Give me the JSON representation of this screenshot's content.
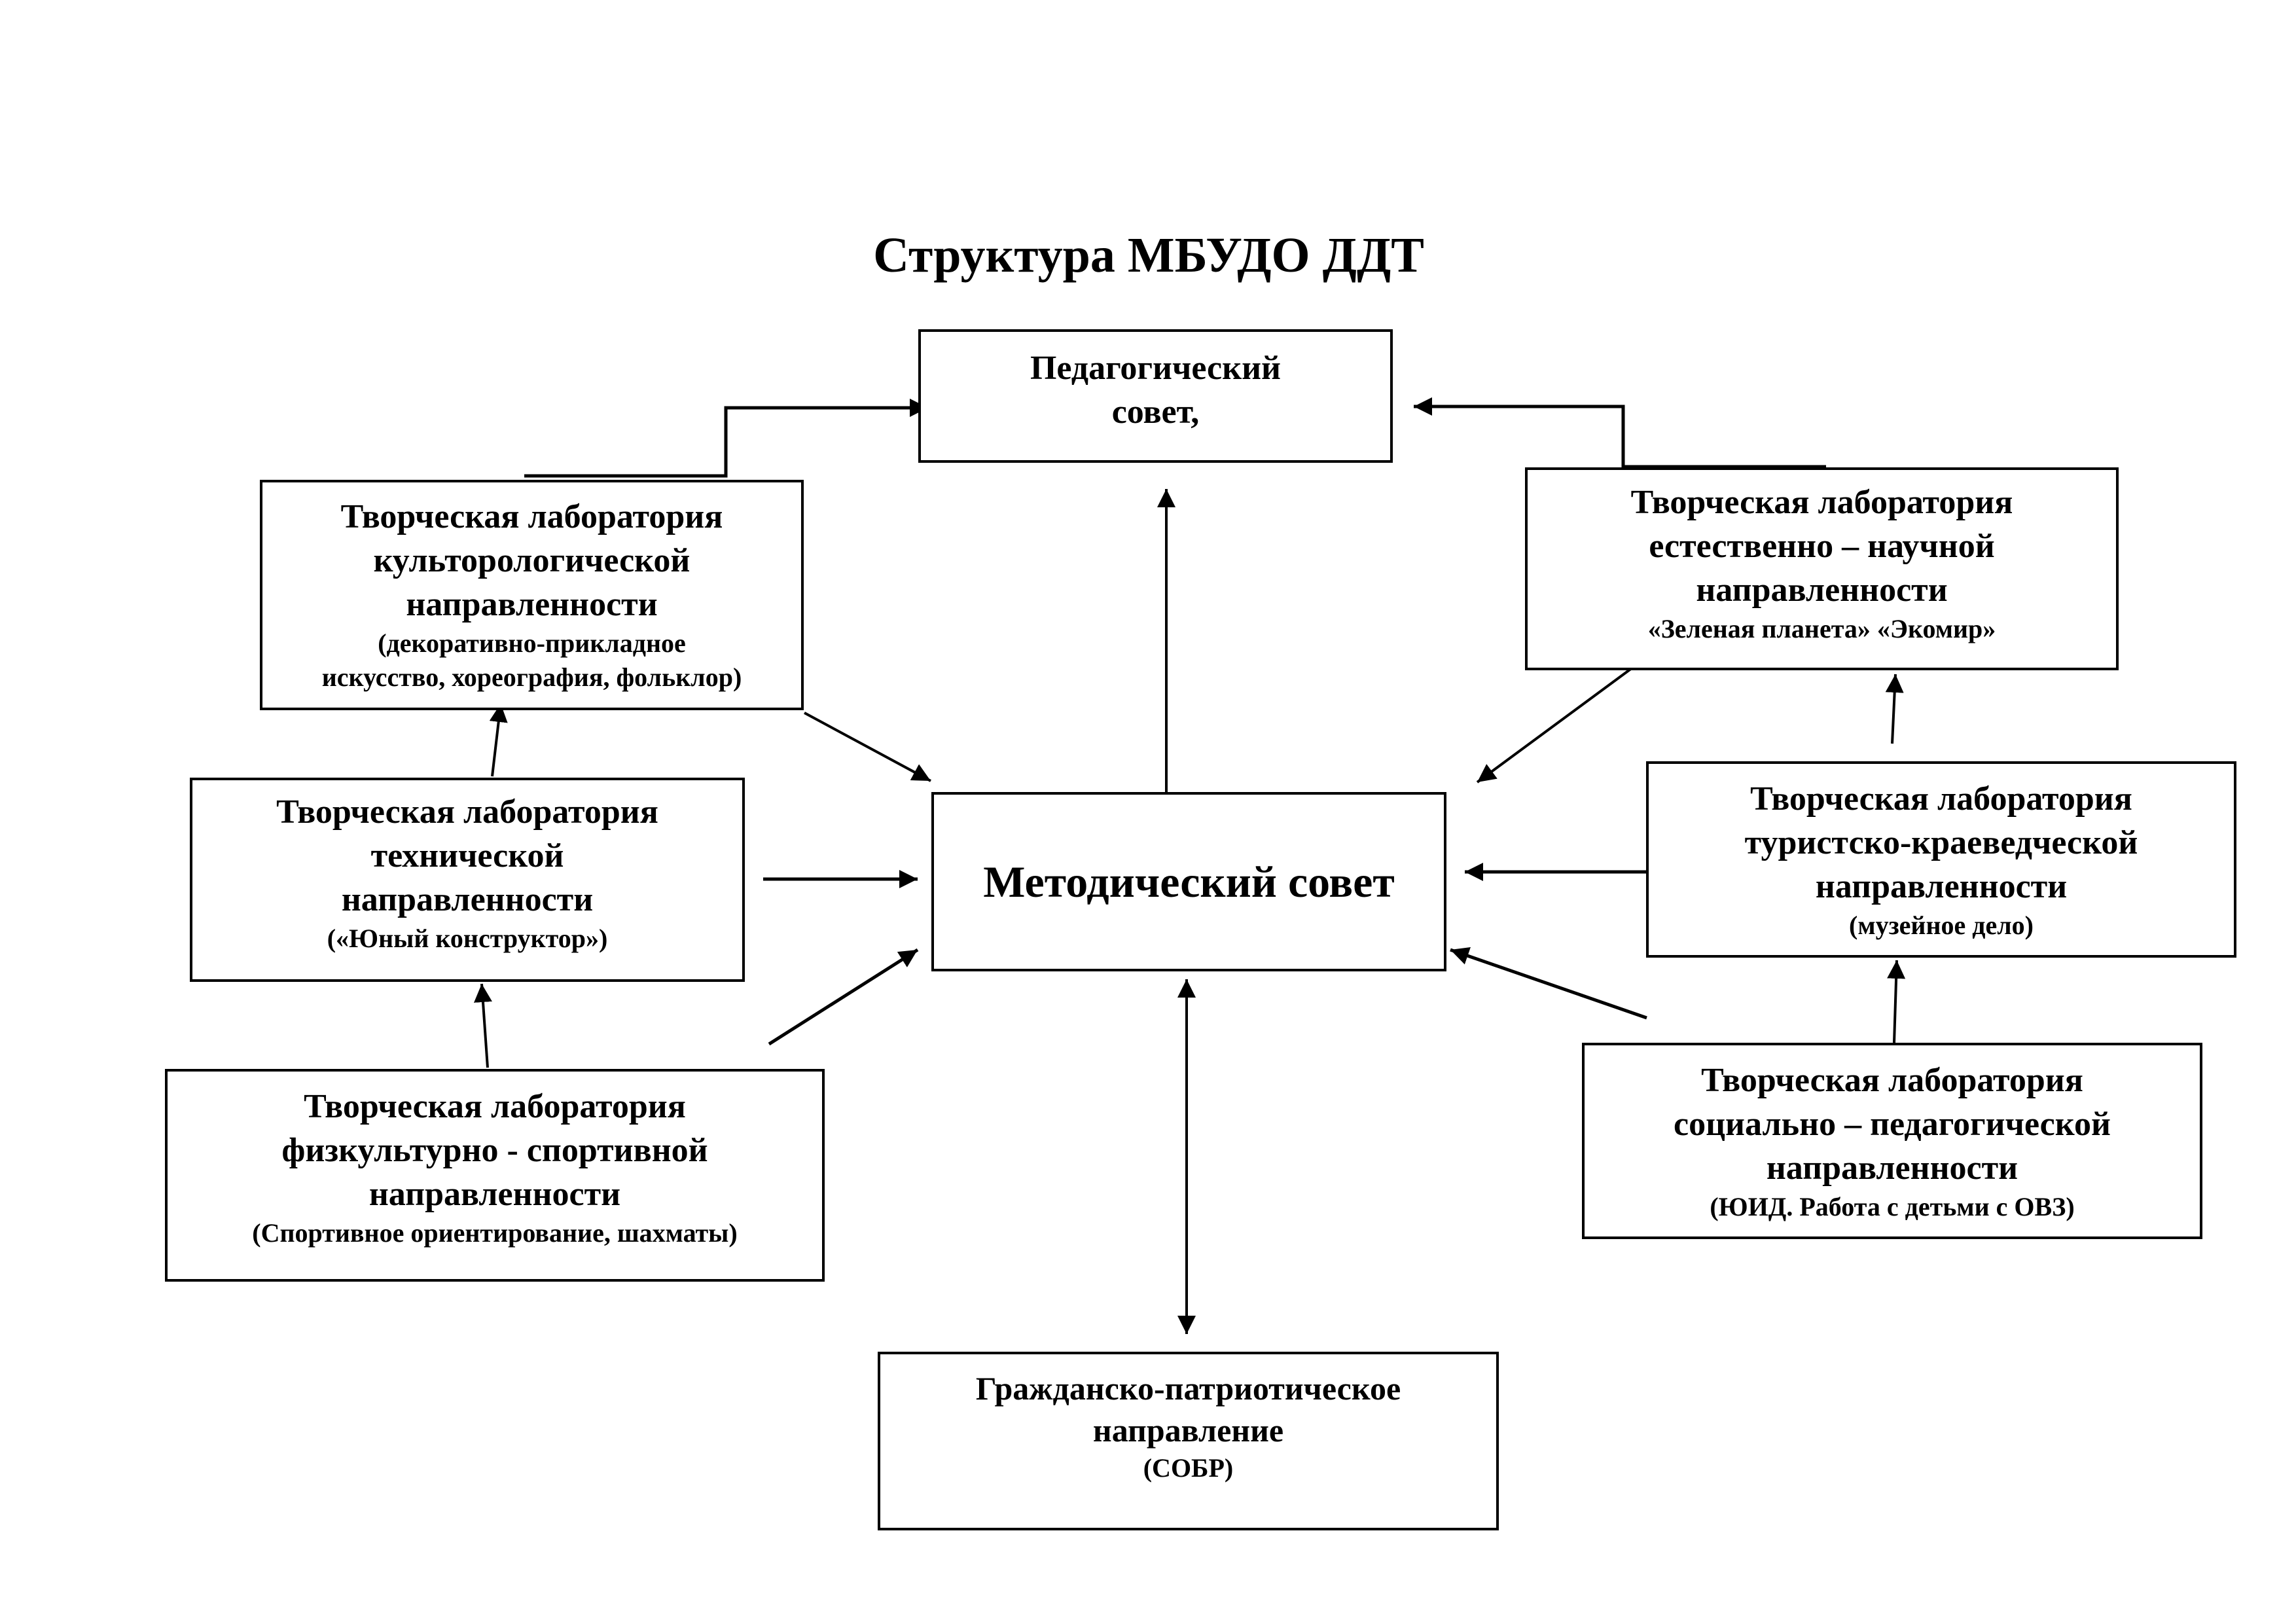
{
  "title": "Структура МБУДО ДДТ",
  "nodes": {
    "ped_council": {
      "main": "Педагогический\nсовет,",
      "sub": ""
    },
    "method_council": {
      "main": "Методический совет",
      "sub": ""
    },
    "lab_cultural": {
      "main": "Творческая лаборатория\nкульторологической\nнаправленности",
      "sub": "(декоративно-прикладное\nискусство, хореография, фольклор)"
    },
    "lab_natural": {
      "main": "Творческая лаборатория\nестественно – научной\nнаправленности",
      "sub": "«Зеленая планета» «Экомир»"
    },
    "lab_technical": {
      "main": "Творческая лаборатория\nтехнической\nнаправленности",
      "sub": "(«Юный конструктор»)"
    },
    "lab_tourism": {
      "main": "Творческая лаборатория\nтуристско-краеведческой\nнаправленности",
      "sub": "(музейное дело)"
    },
    "lab_sport": {
      "main": "Творческая лаборатория\nфизкультурно - спортивной\nнаправленности",
      "sub": "(Спортивное ориентирование, шахматы)"
    },
    "lab_social": {
      "main": "Творческая лаборатория\nсоциально – педагогической\nнаправленности",
      "sub": "(ЮИД. Работа с детьми с ОВЗ)"
    },
    "civic": {
      "main": "Гражданско-патриотическое\nнаправление",
      "sub": "(СОБР)"
    }
  },
  "edges": [
    {
      "from": "lab_cultural",
      "to": "ped_council",
      "style": "elbow"
    },
    {
      "from": "lab_natural",
      "to": "ped_council",
      "style": "elbow"
    },
    {
      "from": "method_council",
      "to": "ped_council",
      "style": "straight"
    },
    {
      "from": "lab_cultural",
      "to": "method_council",
      "style": "straight"
    },
    {
      "from": "lab_technical",
      "to": "lab_cultural",
      "style": "straight"
    },
    {
      "from": "lab_technical",
      "to": "method_council",
      "style": "straight"
    },
    {
      "from": "lab_sport",
      "to": "lab_technical",
      "style": "straight"
    },
    {
      "from": "lab_sport",
      "to": "method_council",
      "style": "straight"
    },
    {
      "from": "lab_natural",
      "to": "method_council",
      "style": "straight"
    },
    {
      "from": "lab_tourism",
      "to": "lab_natural",
      "style": "straight"
    },
    {
      "from": "lab_tourism",
      "to": "method_council",
      "style": "straight"
    },
    {
      "from": "lab_social",
      "to": "method_council",
      "style": "straight"
    },
    {
      "from": "lab_social",
      "to": "lab_tourism",
      "style": "straight"
    },
    {
      "from": "civic",
      "to": "method_council",
      "style": "bidirectional"
    }
  ]
}
